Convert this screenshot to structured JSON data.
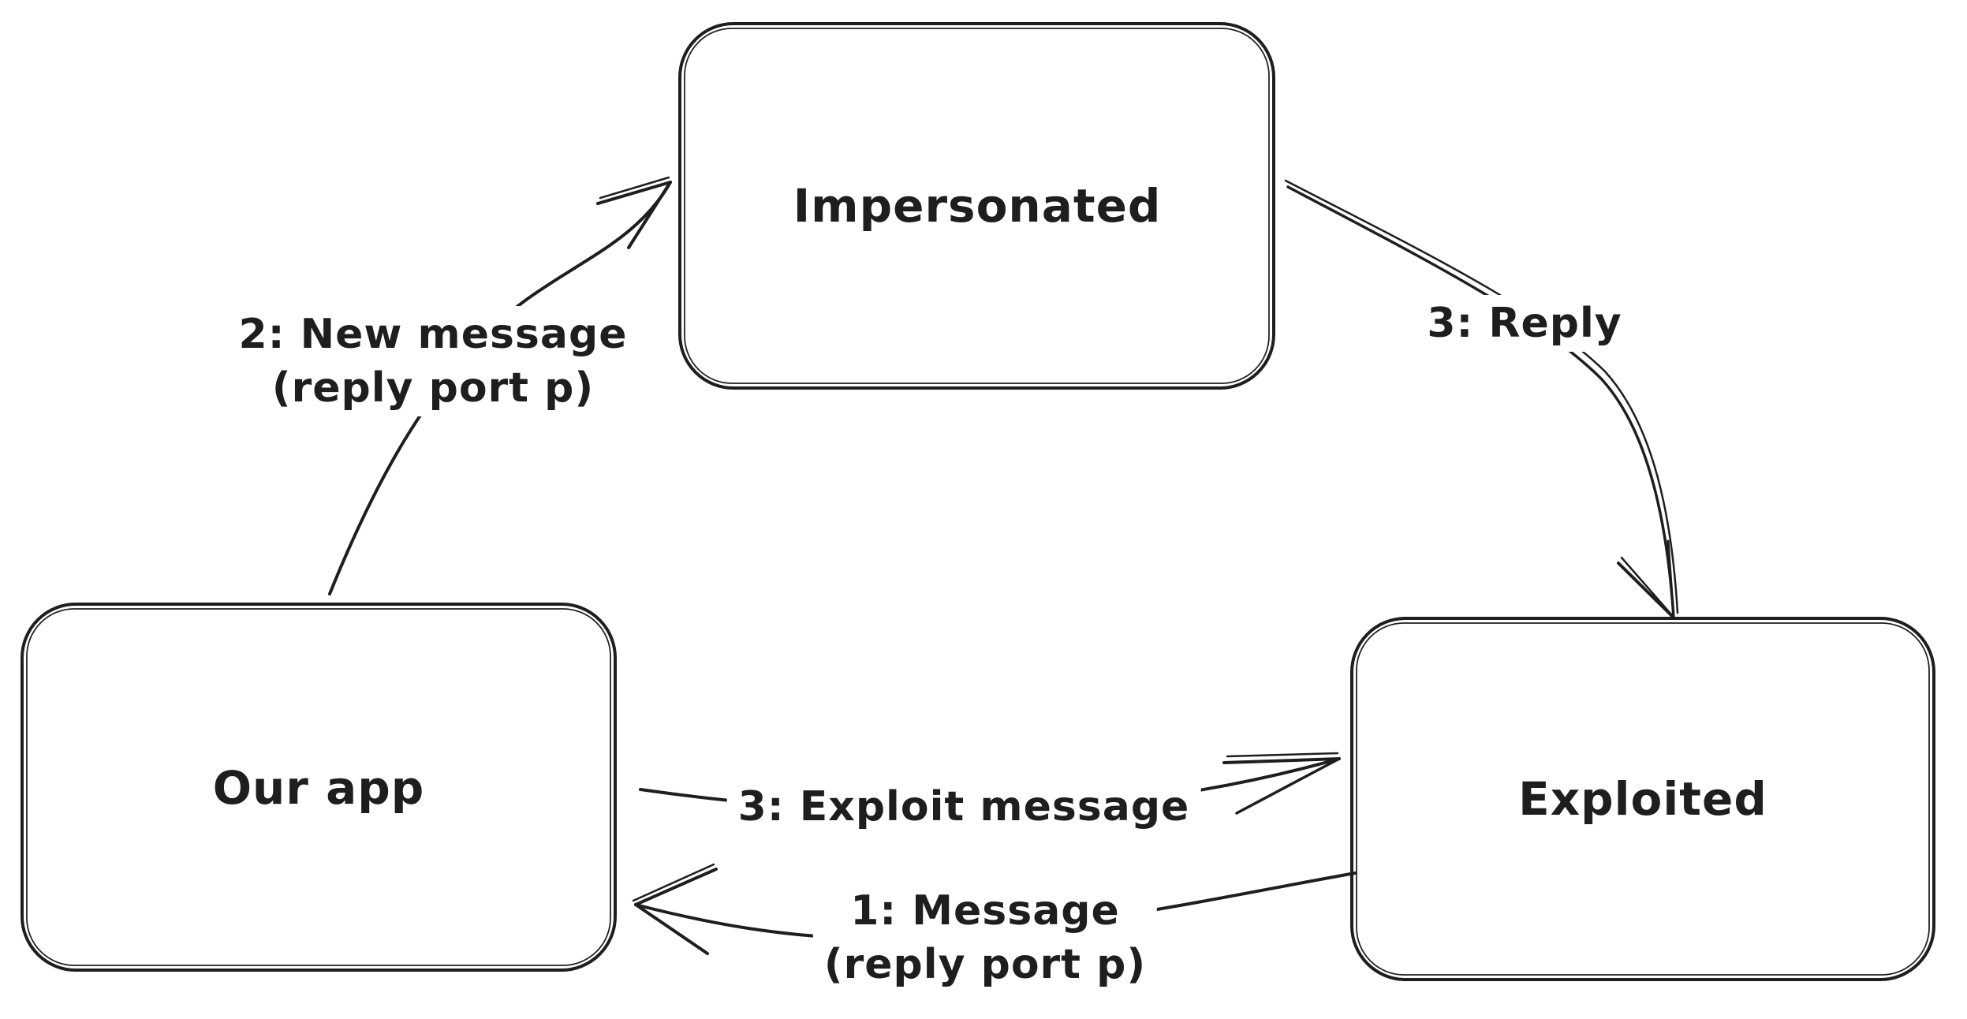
{
  "diagram": {
    "background_color": "#ffffff",
    "stroke_color": "#1e1e1e",
    "style": "hand-drawn sketch",
    "nodes": [
      {
        "id": "impersonated",
        "label": "Impersonated"
      },
      {
        "id": "our-app",
        "label": "Our app"
      },
      {
        "id": "exploited",
        "label": "Exploited"
      }
    ],
    "edges": [
      {
        "id": "new-message",
        "from": "our-app",
        "to": "impersonated",
        "label_line1": "2: New message",
        "label_line2": "(reply port p)"
      },
      {
        "id": "reply",
        "from": "impersonated",
        "to": "exploited",
        "label_line1": "3: Reply"
      },
      {
        "id": "exploit-message",
        "from": "our-app",
        "to": "exploited",
        "label_line1": "3: Exploit message"
      },
      {
        "id": "message",
        "from": "exploited",
        "to": "our-app",
        "label_line1": "1: Message",
        "label_line2": "(reply port p)"
      }
    ]
  }
}
